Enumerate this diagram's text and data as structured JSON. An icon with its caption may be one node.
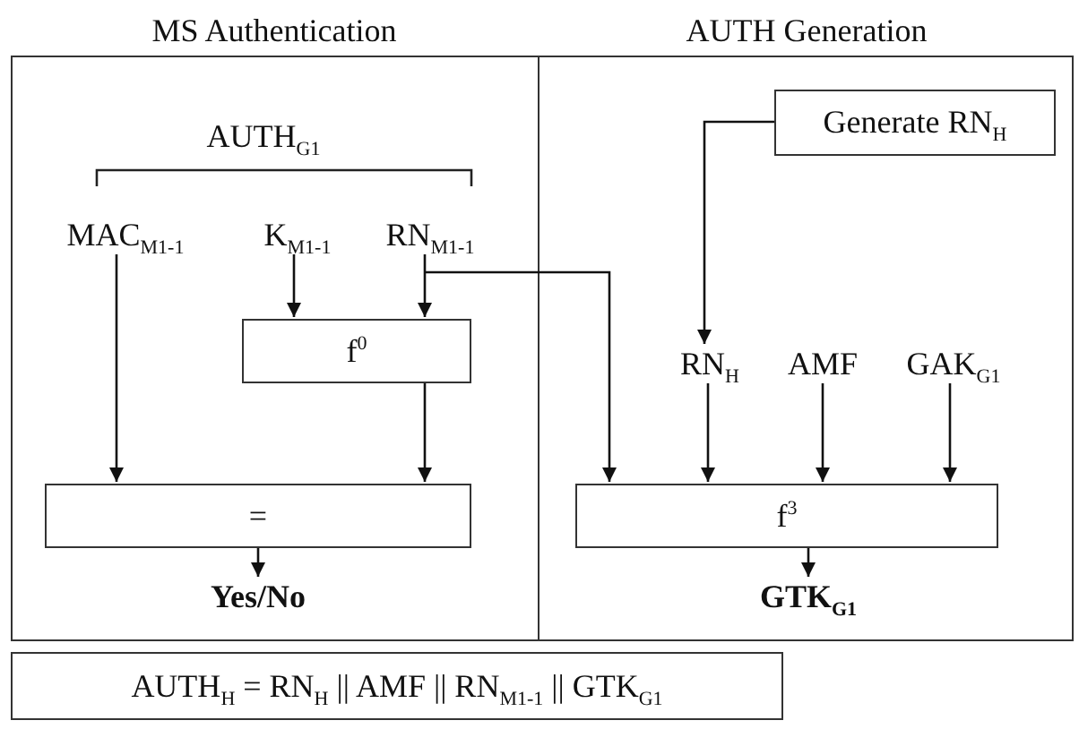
{
  "diagram": {
    "nodes": [
      {
        "text": [
          "MS Authentication"
        ]
      },
      {
        "text": [
          "AUTH Generation"
        ]
      },
      {
        "text": [
          "MAC$_{M1-1}$"
        ],
        "in": 0
      },
      {
        "text": [
          "K$_{M1-1}$"
        ],
        "in": 0
      },
      {
        "text": [
          "RN$_{M1-1}$"
        ],
        "in": 0
      },
      {
        "text": [
          "f$^{0}$"
        ],
        "in": 0
      },
      {
        "text": [
          "="
        ],
        "in": 0
      },
      {
        "text": [
          "Yes/No"
        ],
        "in": 0
      },
      {
        "text": [
          "Generate RN$_{H}$"
        ],
        "in": 1
      },
      {
        "text": [
          "RN$_{H}$"
        ],
        "in": 1
      },
      {
        "text": [
          "AMF"
        ],
        "in": 1
      },
      {
        "text": [
          "GAK$_{G1}$"
        ],
        "in": 1
      },
      {
        "text": [
          "f$^{3}$"
        ],
        "in": 1
      },
      {
        "text": [
          "GTK$_{G1}$"
        ],
        "in": 1
      },
      {
        "text": [
          "AUTH$_{H}$ = RN$_{H}$ || AMF || RN$_{M1-1}$ || GTK$_{G1}$"
        ]
      }
    ],
    "edges": [
      {
        "from": 2,
        "to": 6,
        "arrow": "to"
      },
      {
        "from": 3,
        "to": 5,
        "arrow": "to"
      },
      {
        "from": 4,
        "to": 5,
        "arrow": "to"
      },
      {
        "from": 5,
        "to": 6,
        "arrow": "to"
      },
      {
        "from": 6,
        "to": 7,
        "arrow": "to"
      },
      {
        "from": 8,
        "to": 9,
        "arrow": "to"
      },
      {
        "from": 4,
        "to": 12,
        "arrow": "to"
      },
      {
        "from": 9,
        "to": 12,
        "arrow": "to"
      },
      {
        "from": 10,
        "to": 12,
        "arrow": "to"
      },
      {
        "from": 11,
        "to": 12,
        "arrow": "to"
      },
      {
        "from": 12,
        "to": 13,
        "arrow": "to"
      }
    ],
    "labels": [
      "AUTH$_{G1}$"
    ]
  }
}
